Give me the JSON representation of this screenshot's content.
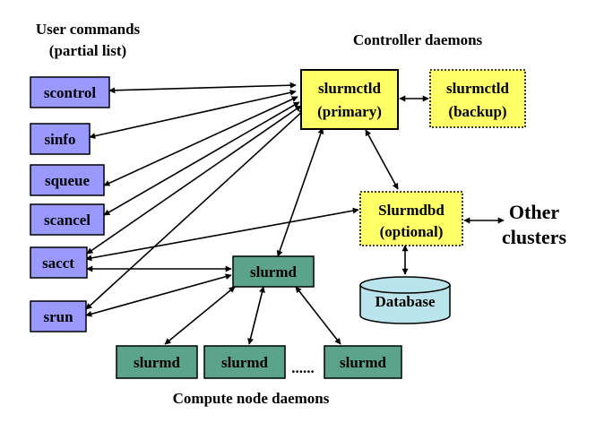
{
  "labels": {
    "user_commands_line1": "User commands",
    "user_commands_line2": "(partial list)",
    "controller_daemons": "Controller daemons",
    "compute_node_daemons": "Compute node daemons",
    "other_clusters_line1": "Other",
    "other_clusters_line2": "clusters",
    "ellipsis": "......"
  },
  "user_commands": [
    "scontrol",
    "sinfo",
    "squeue",
    "scancel",
    "sacct",
    "srun"
  ],
  "controllers": {
    "primary": {
      "line1": "slurmctld",
      "line2": "(primary)"
    },
    "backup": {
      "line1": "slurmctld",
      "line2": "(backup)"
    }
  },
  "slurmdbd": {
    "line1": "Slurmdbd",
    "line2": "(optional)"
  },
  "database": "Database",
  "slurmd_main": "slurmd",
  "slurmd_nodes": [
    "slurmd",
    "slurmd",
    "slurmd"
  ],
  "colors": {
    "command_fill": "#9999ff",
    "controller_fill": "#ffff66",
    "slurmd_fill": "#5ba38a",
    "database_fill": "#b9e4ec",
    "outline": "#000000"
  }
}
